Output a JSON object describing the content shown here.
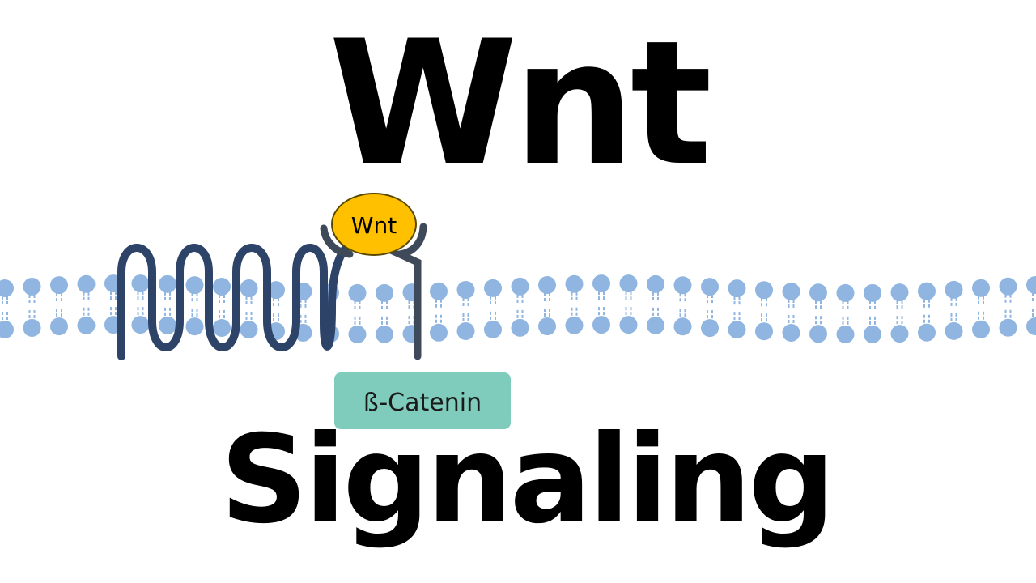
{
  "title": {
    "top": "Wnt",
    "bottom": "Signaling"
  },
  "diagram": {
    "ligand_label": "Wnt",
    "intracellular_label": "ß-Catenin",
    "colors": {
      "lipid": "#8fb5e0",
      "receptor": "#2d4368",
      "coreceptor": "#3e4a5a",
      "ligand_fill": "#ffc000",
      "ligand_stroke": "#5a4a00",
      "catenin_fill": "#7fccbc"
    },
    "icons": [
      "phospholipid-bilayer",
      "frizzled-receptor",
      "lrp-coreceptor",
      "wnt-ligand",
      "beta-catenin-box"
    ]
  }
}
